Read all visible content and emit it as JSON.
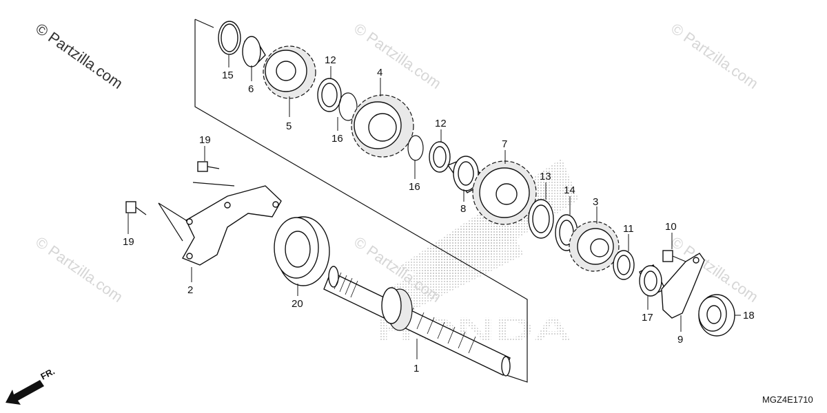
{
  "watermark": {
    "main_text": "© Partzilla.com",
    "repeat_text": "© Partzilla.com"
  },
  "diagram_code": "MGZ4E1710",
  "direction_label": "FR.",
  "brand_mark": "HONDA",
  "colors": {
    "line": "#111111",
    "watermark": "#d6d6d6",
    "honda_dots": "#b9b9b9"
  },
  "callouts": [
    {
      "id": "c1",
      "text": "1"
    },
    {
      "id": "c2",
      "text": "2"
    },
    {
      "id": "c3",
      "text": "3"
    },
    {
      "id": "c4",
      "text": "4"
    },
    {
      "id": "c5",
      "text": "5"
    },
    {
      "id": "c6",
      "text": "6"
    },
    {
      "id": "c7",
      "text": "7"
    },
    {
      "id": "c8",
      "text": "8"
    },
    {
      "id": "c9",
      "text": "9"
    },
    {
      "id": "c10",
      "text": "10"
    },
    {
      "id": "c11",
      "text": "11"
    },
    {
      "id": "c12a",
      "text": "12"
    },
    {
      "id": "c12b",
      "text": "12"
    },
    {
      "id": "c13",
      "text": "13"
    },
    {
      "id": "c14",
      "text": "14"
    },
    {
      "id": "c15",
      "text": "15"
    },
    {
      "id": "c16a",
      "text": "16"
    },
    {
      "id": "c16b",
      "text": "16"
    },
    {
      "id": "c17",
      "text": "17"
    },
    {
      "id": "c18",
      "text": "18"
    },
    {
      "id": "c19a",
      "text": "19"
    },
    {
      "id": "c19b",
      "text": "19"
    },
    {
      "id": "c20",
      "text": "20"
    }
  ]
}
